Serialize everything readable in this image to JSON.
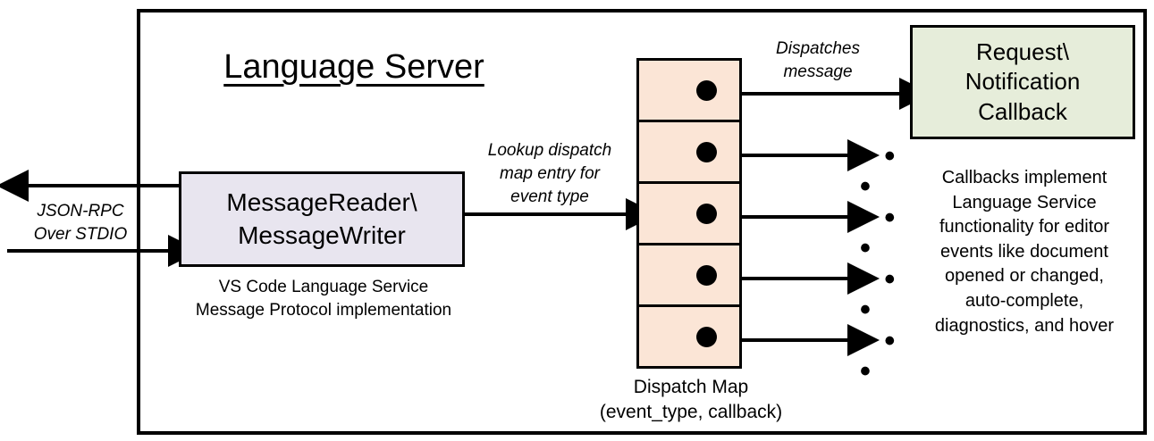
{
  "diagram": {
    "title": "Language Server",
    "frame_label": "language-server-boundary"
  },
  "external_io": {
    "label": "JSON-RPC\nOver STDIO",
    "outbound_arrow": "arrow pointing left out of server",
    "inbound_arrow": "arrow pointing right into server"
  },
  "reader_writer": {
    "label": "MessageReader\\\nMessageWriter",
    "caption": "VS Code Language Service\nMessage Protocol implementation",
    "fill": "#E8E5EF"
  },
  "lookup": {
    "label": "Lookup dispatch\nmap entry for\nevent type"
  },
  "dispatch_map": {
    "caption": "Dispatch Map\n(event_type, callback)",
    "fill": "#FBE5D6",
    "row_count": 5,
    "rows": [
      {
        "dot": "callback-dot",
        "target": "callback-box"
      },
      {
        "dot": "callback-dot",
        "target": "ellipsis"
      },
      {
        "dot": "callback-dot",
        "target": "ellipsis"
      },
      {
        "dot": "callback-dot",
        "target": "ellipsis"
      },
      {
        "dot": "callback-dot",
        "target": "ellipsis"
      }
    ],
    "ellipsis": "• • •"
  },
  "dispatch_arrow": {
    "label": "Dispatches\nmessage"
  },
  "callback": {
    "label": "Request\\\nNotification\nCallback",
    "caption": "Callbacks implement\nLanguage Service\nfunctionality for editor\nevents like document\nopened or changed,\nauto-complete,\ndiagnostics, and hover",
    "fill": "#E6EDDA"
  },
  "colors": {
    "stroke": "#000000",
    "background": "#FFFFFF",
    "reader_writer_fill": "#E8E5EF",
    "dispatch_map_fill": "#FBE5D6",
    "callback_fill": "#E6EDDA"
  }
}
